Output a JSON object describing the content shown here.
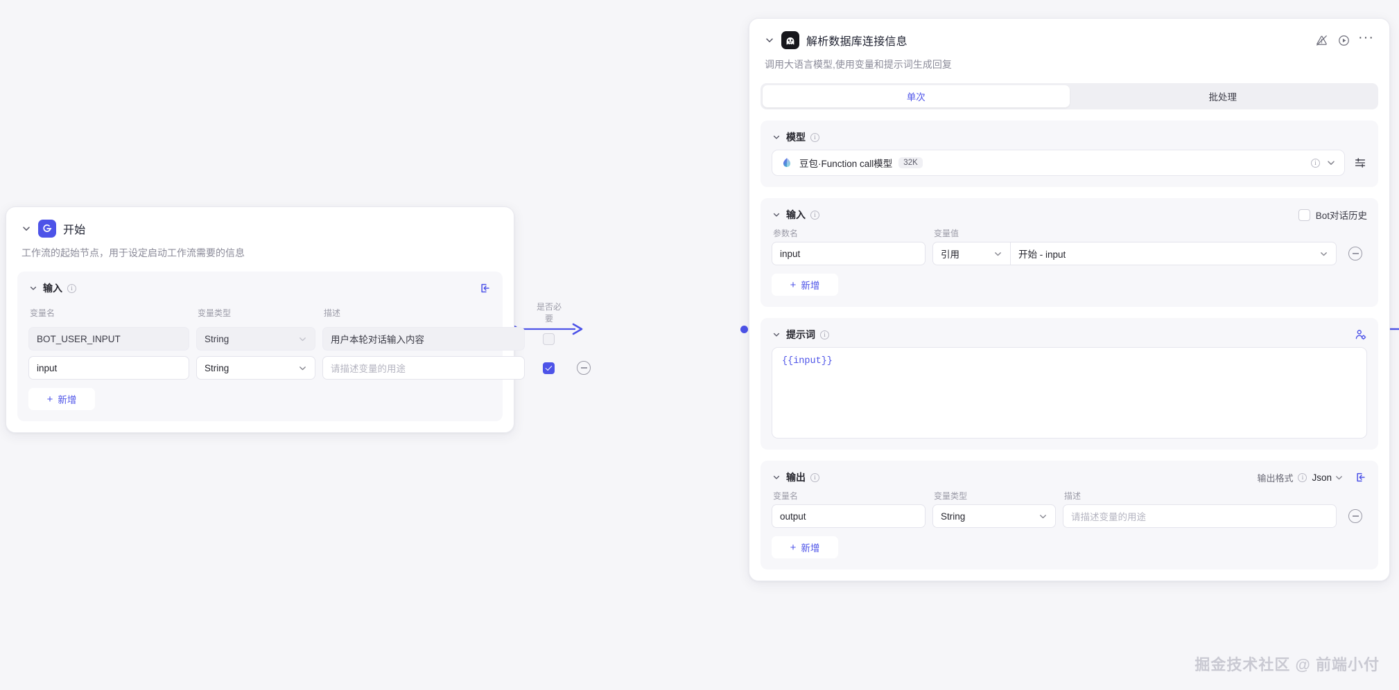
{
  "canvas": {
    "background": "#f6f6f9",
    "accent": "#4d53e8",
    "watermark": "掘金技术社区 @ 前端小付"
  },
  "start_node": {
    "title": "开始",
    "icon": "start-flow-icon",
    "description": "工作流的起始节点，用于设定启动工作流需要的信息",
    "input_section": {
      "title": "输入",
      "columns": [
        "变量名",
        "变量类型",
        "描述",
        "是否必要"
      ],
      "rows": [
        {
          "name": "BOT_USER_INPUT",
          "type": "String",
          "description": "用户本轮对话输入内容",
          "description_placeholder": "",
          "required": false,
          "locked": true
        },
        {
          "name": "input",
          "type": "String",
          "description": "",
          "description_placeholder": "请描述变量的用途",
          "required": true,
          "locked": false
        }
      ],
      "add_label": "新增"
    }
  },
  "llm_node": {
    "title": "解析数据库连接信息",
    "icon": "llm-node-icon",
    "description": "调用大语言模型,使用变量和提示词生成回复",
    "header_actions": [
      {
        "name": "mute-warning-icon",
        "label": ""
      },
      {
        "name": "run-icon",
        "label": ""
      },
      {
        "name": "more-icon",
        "label": "···"
      }
    ],
    "tabs": [
      {
        "label": "单次",
        "active": true
      },
      {
        "label": "批处理",
        "active": false
      }
    ],
    "model_section": {
      "title": "模型",
      "model_name": "豆包·Function call模型",
      "context_badge": "32K",
      "settings_icon": "model-settings-icon"
    },
    "input_section": {
      "title": "输入",
      "bot_history_label": "Bot对话历史",
      "bot_history_checked": false,
      "columns": [
        "参数名",
        "变量值"
      ],
      "rows": [
        {
          "param": "input",
          "ref_type": "引用",
          "ref_value": "开始 - input"
        }
      ],
      "add_label": "新增"
    },
    "prompt_section": {
      "title": "提示词",
      "content": "{{input}}",
      "persona_icon": "persona-settings-icon"
    },
    "output_section": {
      "title": "输出",
      "format_label": "输出格式",
      "format_value": "Json",
      "columns": [
        "变量名",
        "变量类型",
        "描述"
      ],
      "rows": [
        {
          "name": "output",
          "type": "String",
          "description": "",
          "description_placeholder": "请描述变量的用途"
        }
      ],
      "add_label": "新增"
    }
  }
}
